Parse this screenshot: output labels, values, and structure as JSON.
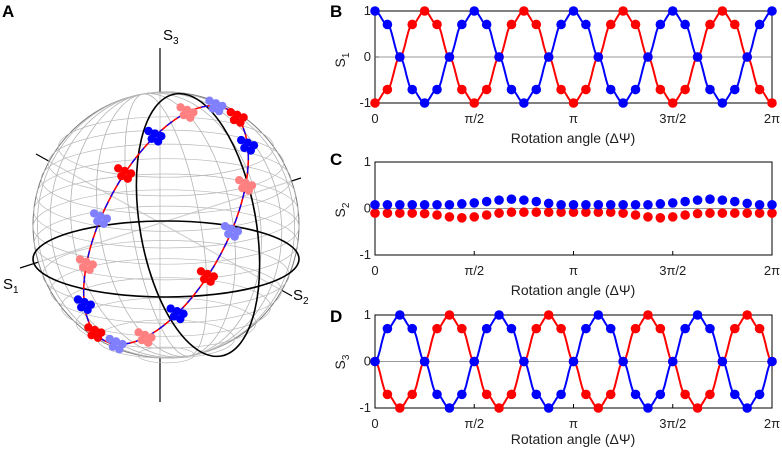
{
  "panels": {
    "A": {
      "letter": "A",
      "axis_labels": {
        "s1": "S",
        "s1_sub": "1",
        "s2": "S",
        "s2_sub": "2",
        "s3": "S",
        "s3_sub": "3"
      }
    },
    "B": {
      "letter": "B",
      "ylabel": "S",
      "ylabel_sub": "1",
      "xlabel": "Rotation angle (ΔΨ)"
    },
    "C": {
      "letter": "C",
      "ylabel": "S",
      "ylabel_sub": "2",
      "xlabel": "Rotation angle (ΔΨ)"
    },
    "D": {
      "letter": "D",
      "ylabel": "S",
      "ylabel_sub": "3",
      "xlabel": "Rotation angle (ΔΨ)"
    }
  },
  "colors": {
    "red": "#ff0000",
    "blue": "#0000ff",
    "red_light": "#ff8080",
    "blue_light": "#8080ff",
    "grid": "#b8b8b8"
  },
  "chart_data": [
    {
      "type": "line",
      "panel": "B",
      "x": [
        0,
        0.19635,
        0.3927,
        0.58905,
        0.7854,
        0.98175,
        1.1781,
        1.37445,
        1.5708,
        1.76715,
        1.9635,
        2.15985,
        2.3562,
        2.55255,
        2.7489,
        2.94525,
        3.14159,
        3.33794,
        3.53429,
        3.73064,
        3.92699,
        4.12334,
        4.31969,
        4.51604,
        4.71239,
        4.90874,
        5.10509,
        5.30144,
        5.49779,
        5.69414,
        5.89049,
        6.08684,
        6.28319
      ],
      "xticks": [
        "0",
        "π/2",
        "π",
        "3π/2",
        "2π"
      ],
      "xtick_values": [
        0,
        1.5708,
        3.14159,
        4.71239,
        6.28319
      ],
      "ylim": [
        -1,
        1
      ],
      "yticks": [
        "1",
        "0",
        "-1"
      ],
      "ytick_values": [
        1,
        0,
        -1
      ],
      "series": [
        {
          "color": "red",
          "values": [
            -1.0,
            -0.7071,
            0.0,
            0.7071,
            1.0,
            0.7071,
            0.0,
            -0.7071,
            -1.0,
            -0.7071,
            0.0,
            0.7071,
            1.0,
            0.7071,
            0.0,
            -0.7071,
            -1.0,
            -0.7071,
            0.0,
            0.7071,
            1.0,
            0.7071,
            0.0,
            -0.7071,
            -1.0,
            -0.7071,
            0.0,
            0.7071,
            1.0,
            0.7071,
            0.0,
            -0.7071,
            -1.0
          ]
        },
        {
          "color": "blue",
          "values": [
            1.0,
            0.7071,
            0.0,
            -0.7071,
            -1.0,
            -0.7071,
            0.0,
            0.7071,
            1.0,
            0.7071,
            0.0,
            -0.7071,
            -1.0,
            -0.7071,
            0.0,
            0.7071,
            1.0,
            0.7071,
            0.0,
            -0.7071,
            -1.0,
            -0.7071,
            0.0,
            0.7071,
            1.0,
            0.7071,
            0.0,
            -0.7071,
            -1.0,
            -0.7071,
            0.0,
            0.7071,
            1.0
          ]
        }
      ]
    },
    {
      "type": "scatter",
      "panel": "C",
      "x": [
        0,
        0.19635,
        0.3927,
        0.58905,
        0.7854,
        0.98175,
        1.1781,
        1.37445,
        1.5708,
        1.76715,
        1.9635,
        2.15985,
        2.3562,
        2.55255,
        2.7489,
        2.94525,
        3.14159,
        3.33794,
        3.53429,
        3.73064,
        3.92699,
        4.12334,
        4.31969,
        4.51604,
        4.71239,
        4.90874,
        5.10509,
        5.30144,
        5.49779,
        5.69414,
        5.89049,
        6.08684,
        6.28319
      ],
      "xticks": [
        "0",
        "π/2",
        "π",
        "3π/2",
        "2π"
      ],
      "xtick_values": [
        0,
        1.5708,
        3.14159,
        4.71239,
        6.28319
      ],
      "ylim": [
        -1,
        1
      ],
      "yticks": [
        "1",
        "0",
        "-1"
      ],
      "ytick_values": [
        1,
        0,
        -1
      ],
      "series": [
        {
          "color": "red",
          "values": [
            -0.1,
            -0.1,
            -0.1,
            -0.1,
            -0.11,
            -0.14,
            -0.18,
            -0.2,
            -0.18,
            -0.14,
            -0.1,
            -0.08,
            -0.08,
            -0.08,
            -0.08,
            -0.08,
            -0.08,
            -0.08,
            -0.08,
            -0.08,
            -0.1,
            -0.14,
            -0.18,
            -0.2,
            -0.18,
            -0.14,
            -0.11,
            -0.1,
            -0.1,
            -0.1,
            -0.1,
            -0.1,
            -0.1
          ]
        },
        {
          "color": "blue",
          "values": [
            0.08,
            0.08,
            0.08,
            0.08,
            0.08,
            0.08,
            0.08,
            0.1,
            0.12,
            0.15,
            0.18,
            0.2,
            0.18,
            0.15,
            0.11,
            0.08,
            0.08,
            0.08,
            0.08,
            0.08,
            0.08,
            0.08,
            0.08,
            0.1,
            0.12,
            0.15,
            0.18,
            0.2,
            0.18,
            0.15,
            0.11,
            0.08,
            0.08
          ]
        }
      ]
    },
    {
      "type": "line",
      "panel": "D",
      "x": [
        0,
        0.19635,
        0.3927,
        0.58905,
        0.7854,
        0.98175,
        1.1781,
        1.37445,
        1.5708,
        1.76715,
        1.9635,
        2.15985,
        2.3562,
        2.55255,
        2.7489,
        2.94525,
        3.14159,
        3.33794,
        3.53429,
        3.73064,
        3.92699,
        4.12334,
        4.31969,
        4.51604,
        4.71239,
        4.90874,
        5.10509,
        5.30144,
        5.49779,
        5.69414,
        5.89049,
        6.08684,
        6.28319
      ],
      "xticks": [
        "0",
        "π/2",
        "π",
        "3π/2",
        "2π"
      ],
      "xtick_values": [
        0,
        1.5708,
        3.14159,
        4.71239,
        6.28319
      ],
      "ylim": [
        -1,
        1
      ],
      "yticks": [
        "1",
        "0",
        "-1"
      ],
      "ytick_values": [
        1,
        0,
        -1
      ],
      "series": [
        {
          "color": "red",
          "values": [
            0.0,
            -0.7071,
            -1.0,
            -0.7071,
            0.0,
            0.7071,
            1.0,
            0.7071,
            0.0,
            -0.7071,
            -1.0,
            -0.7071,
            0.0,
            0.7071,
            1.0,
            0.7071,
            0.0,
            -0.7071,
            -1.0,
            -0.7071,
            0.0,
            0.7071,
            1.0,
            0.7071,
            0.0,
            -0.7071,
            -1.0,
            -0.7071,
            0.0,
            0.7071,
            1.0,
            0.7071,
            0.0
          ]
        },
        {
          "color": "blue",
          "values": [
            0.0,
            0.7071,
            1.0,
            0.7071,
            0.0,
            -0.7071,
            -1.0,
            -0.7071,
            0.0,
            0.7071,
            1.0,
            0.7071,
            0.0,
            -0.7071,
            -1.0,
            -0.7071,
            0.0,
            0.7071,
            1.0,
            0.7071,
            0.0,
            -0.7071,
            -1.0,
            -0.7071,
            0.0,
            0.7071,
            1.0,
            0.7071,
            0.0,
            -0.7071,
            -1.0,
            -0.7071,
            0.0
          ]
        }
      ]
    }
  ]
}
